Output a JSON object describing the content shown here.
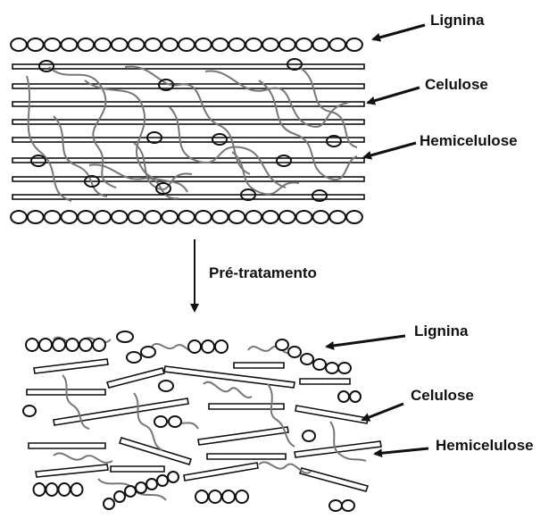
{
  "labels": {
    "top_lignina": "Lignina",
    "top_celulose": "Celulose",
    "top_hemicelulose": "Hemicelulose",
    "process": "Pré-tratamento",
    "bottom_lignina": "Lignina",
    "bottom_celulose": "Celulose",
    "bottom_hemicelulose": "Hemicelulose"
  },
  "colors": {
    "line": "#111111",
    "hemicellulose": "#777777",
    "background": "#ffffff"
  }
}
